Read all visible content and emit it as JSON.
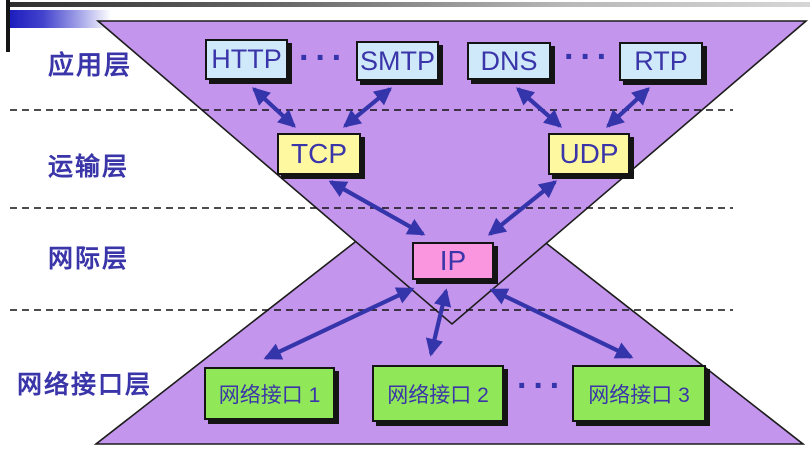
{
  "title": "TCP/IP protocol stack hourglass diagram",
  "colors": {
    "funnel_purple": "#C495EC",
    "outline": "#1c1c1c",
    "arrow_blue": "#3434AB",
    "label_blue": "#3A35A8",
    "protocol_box_blue": "#CFE9FB",
    "transport_box_yellow": "#FEF9A0",
    "ip_box_pink": "#FA96E0",
    "interface_box_green": "#90E858"
  },
  "layer_labels": [
    {
      "label": "应用层"
    },
    {
      "label": "运输层"
    },
    {
      "label": "网际层"
    },
    {
      "label": "网络接口层"
    }
  ],
  "boxes": {
    "http": "HTTP",
    "smtp": "SMTP",
    "dns": "DNS",
    "rtp": "RTP",
    "tcp": "TCP",
    "udp": "UDP",
    "ip": "IP",
    "ni1": "网络接口 1",
    "ni2": "网络接口 2",
    "ni3": "网络接口 3"
  },
  "ellipsis": "···"
}
